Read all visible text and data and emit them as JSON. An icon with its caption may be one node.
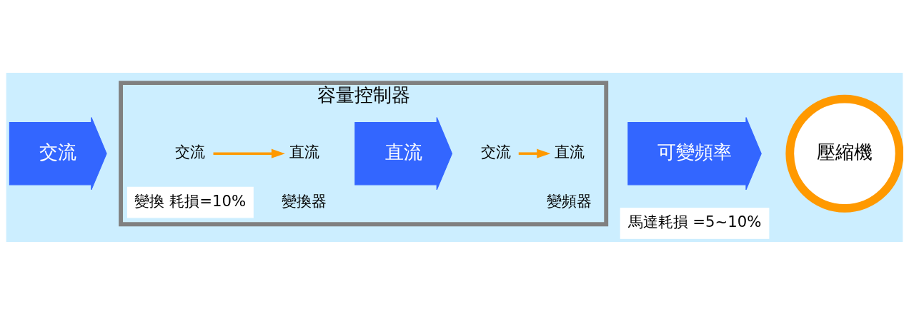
{
  "diagram": {
    "nodes": [
      {
        "text": [
          "容量控制器"
        ],
        "beside": [
          "變換 耗損=10%"
        ]
      },
      {
        "text": [
          "交流"
        ]
      },
      {
        "text": [
          "交流"
        ],
        "in": 0
      },
      {
        "text": [
          "直流"
        ],
        "in": 0
      },
      {
        "text": [
          "變換器"
        ],
        "in": 0
      },
      {
        "text": [
          "直流"
        ],
        "in": 0
      },
      {
        "text": [
          "交流"
        ],
        "in": 0
      },
      {
        "text": [
          "直流"
        ],
        "in": 0
      },
      {
        "text": [
          "變頻器"
        ],
        "in": 0
      },
      {
        "text": [
          "可變頻率"
        ],
        "beside": [
          "馬達耗損 =5~10%"
        ]
      },
      {
        "text": [
          "壓縮機"
        ]
      }
    ],
    "edges": [
      {
        "from": 2,
        "to": 3,
        "arrow": "to",
        "color": "#ff9900"
      },
      {
        "from": 6,
        "to": 7,
        "arrow": "to",
        "color": "#ff9900"
      }
    ]
  }
}
